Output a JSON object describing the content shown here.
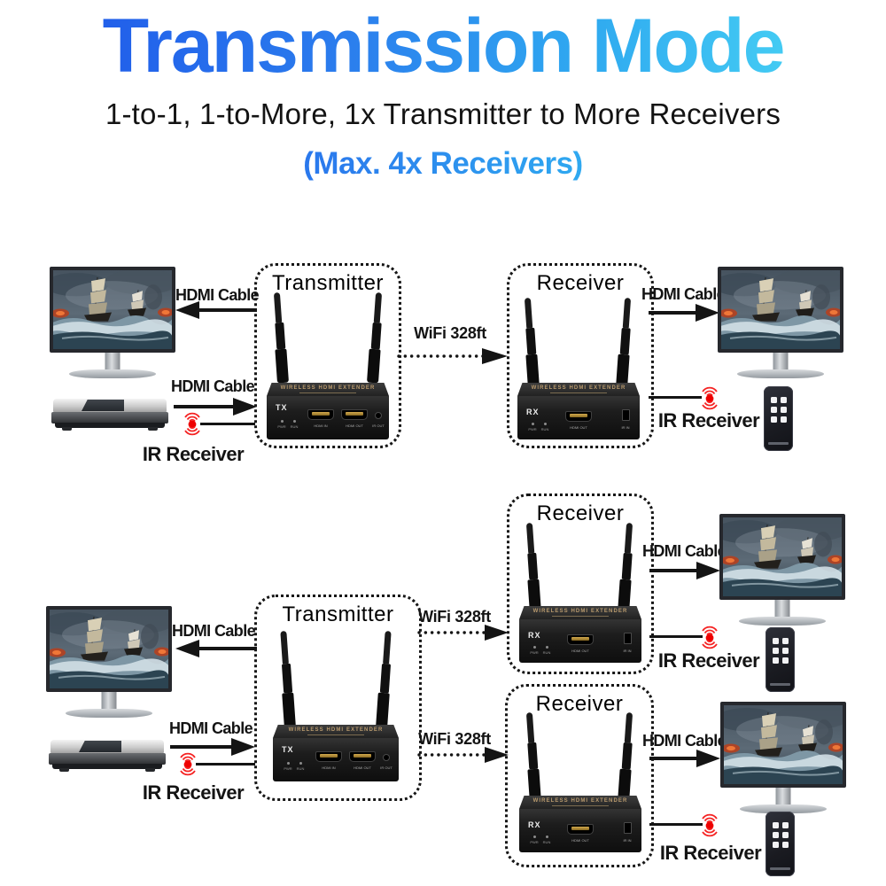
{
  "header": {
    "title": "Transmission Mode",
    "subtitle": "1-to-1, 1-to-More, 1x Transmitter to More Receivers",
    "max_note": "(Max. 4x Receivers)"
  },
  "labels": {
    "transmitter": "Transmitter",
    "receiver": "Receiver",
    "hdmi_cable": "HDMI Cable",
    "wifi_distance": "WiFi 328ft",
    "ir_receiver": "IR Receiver"
  },
  "device": {
    "etched_text": "WIRELESS HDMI EXTENDER",
    "tx_label": "TX",
    "rx_label": "RX",
    "led_labels": [
      "PWR",
      "RUN"
    ],
    "tx_ports": [
      "HDMI IN",
      "HDMI OUT",
      "IR OUT"
    ],
    "rx_ports": [
      "HDMI OUT",
      "IR IN"
    ]
  },
  "colors": {
    "title_gradient_start": "#1d53e9",
    "title_gradient_end": "#4edcf5",
    "ir_red": "#f20000",
    "diagram_black": "#141414"
  }
}
